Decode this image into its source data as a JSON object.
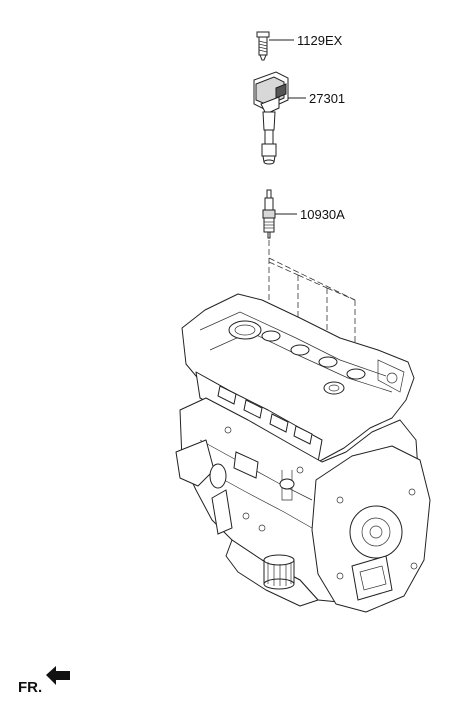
{
  "parts": [
    {
      "id": "bolt",
      "number": "1129EX",
      "icon": "bolt-icon"
    },
    {
      "id": "ignition-coil",
      "number": "27301",
      "icon": "ignition-coil-icon"
    },
    {
      "id": "spark-plug",
      "number": "10930A",
      "icon": "spark-plug-icon"
    }
  ],
  "front_indicator": {
    "label": "FR.",
    "icon": "arrow-left-icon"
  },
  "engine": {
    "icon": "engine-block-icon"
  }
}
